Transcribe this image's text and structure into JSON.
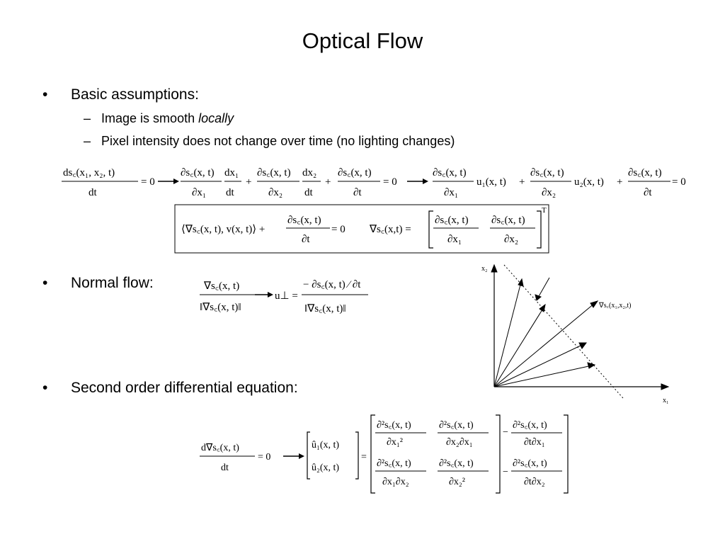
{
  "slide": {
    "title": "Optical Flow",
    "bullets": [
      {
        "marker": "•",
        "text": "Basic assumptions:"
      },
      {
        "marker": "•",
        "text": "Normal flow:"
      },
      {
        "marker": "•",
        "text": "Second order differential equation:"
      }
    ],
    "sub_bullets": [
      {
        "marker": "–",
        "text": "Image is smooth ",
        "emphasis": "locally"
      },
      {
        "marker": "–",
        "text": "Pixel intensity does not change over time (no lighting changes)"
      }
    ]
  },
  "diagram": {
    "y_axis_label": "x₂",
    "x_axis_label": "x₁",
    "gradient_label": "∇s꜀(x₁,x₂,t)"
  },
  "equations": {
    "eq1_lhs": "ds꜀(x₁, x₂, t)",
    "eq1_den": "dt",
    "eq_zero": "= 0",
    "partial_s": "∂s꜀(x, t)",
    "dx1": "∂x₁",
    "dx2": "∂x₂",
    "dt_partial": "∂t",
    "ddx1": "dx₁",
    "ddx2": "dx₂",
    "dt": "dt",
    "u1": "u₁(x, t)",
    "u2": "u₂(x, t)",
    "plus": "+",
    "box_lhs": "⟨∇s꜀(x, t), v(x, t)⟩ +",
    "grad_def": "∇s꜀(x,t) =",
    "transpose": "T",
    "normal_num": "∇s꜀(x, t)",
    "normal_den": "‖∇s꜀(x, t)‖",
    "u_perp": "u⊥ =",
    "normal_rhs_num": "− ∂s꜀(x, t) ⁄ ∂t",
    "second_lhs_num": "d∇s꜀(x, t)",
    "uhat1": "û₁(x, t)",
    "uhat2": "û₂(x, t)",
    "equals": "=",
    "m11_num": "∂²s꜀(x, t)",
    "m11_den": "∂x₁²",
    "m12_num": "∂²s꜀(x, t)",
    "m12_den": "∂x₂∂x₁",
    "m21_num": "∂²s꜀(x, t)",
    "m21_den": "∂x₁∂x₂",
    "m22_num": "∂²s꜀(x, t)",
    "m22_den": "∂x₂²",
    "r1_num": "∂²s꜀(x, t)",
    "r1_den": "∂t∂x₁",
    "r2_num": "∂²s꜀(x, t)",
    "r2_den": "∂t∂x₂",
    "minus": "−"
  }
}
